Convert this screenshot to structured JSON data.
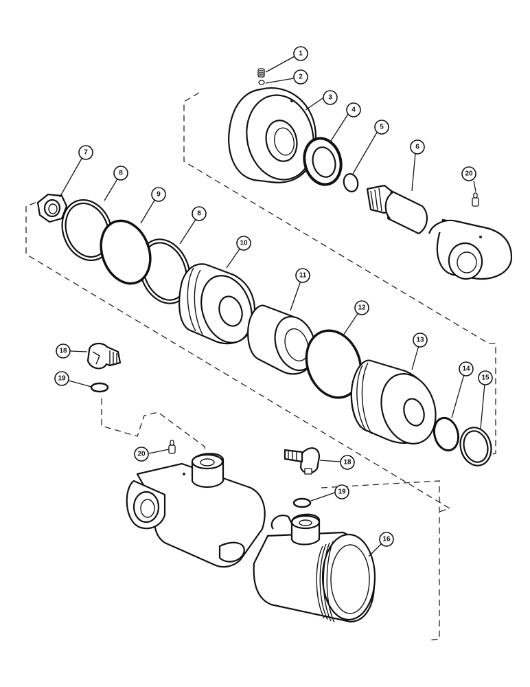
{
  "callouts": [
    {
      "id": "c1",
      "label": "1",
      "part": "set-screw"
    },
    {
      "id": "c2",
      "label": "2",
      "part": "ball"
    },
    {
      "id": "c3",
      "label": "3",
      "part": "gland"
    },
    {
      "id": "c4",
      "label": "4",
      "part": "wiper-seal"
    },
    {
      "id": "c5",
      "label": "5",
      "part": "o-ring"
    },
    {
      "id": "c6",
      "label": "6",
      "part": "rod"
    },
    {
      "id": "c7",
      "label": "7",
      "part": "nut"
    },
    {
      "id": "c8a",
      "label": "8",
      "part": "backup-ring"
    },
    {
      "id": "c9",
      "label": "9",
      "part": "o-ring"
    },
    {
      "id": "c8b",
      "label": "8",
      "part": "backup-ring"
    },
    {
      "id": "c10",
      "label": "10",
      "part": "piston"
    },
    {
      "id": "c11",
      "label": "11",
      "part": "spacer"
    },
    {
      "id": "c12",
      "label": "12",
      "part": "o-ring"
    },
    {
      "id": "c13",
      "label": "13",
      "part": "piston-seal-assembly"
    },
    {
      "id": "c14",
      "label": "14",
      "part": "o-ring"
    },
    {
      "id": "c15",
      "label": "15",
      "part": "backup-ring"
    },
    {
      "id": "c16",
      "label": "16",
      "part": "barrel"
    },
    {
      "id": "c18a",
      "label": "18",
      "part": "elbow-fitting"
    },
    {
      "id": "c19a",
      "label": "19",
      "part": "o-ring"
    },
    {
      "id": "c20a",
      "label": "20",
      "part": "grease-fitting"
    },
    {
      "id": "c18b",
      "label": "18",
      "part": "elbow-fitting"
    },
    {
      "id": "c19b",
      "label": "19",
      "part": "o-ring"
    },
    {
      "id": "c20b",
      "label": "20",
      "part": "grease-fitting"
    }
  ]
}
